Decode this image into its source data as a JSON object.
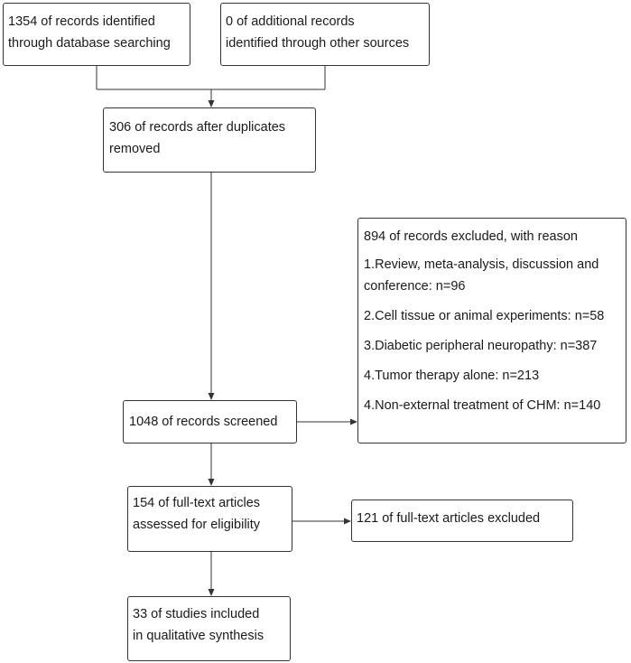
{
  "boxes": {
    "database_search": {
      "lines": [
        "1354 of records identified",
        "through database searching"
      ]
    },
    "other_sources": {
      "lines": [
        "0 of additional records",
        "identified through other sources"
      ]
    },
    "after_duplicates": {
      "lines": [
        "306 of records after duplicates",
        "removed"
      ]
    },
    "excluded_screening": {
      "heading": "894 of records excluded, with reason",
      "reasons": [
        "1.Review, meta-analysis, discussion and",
        "conference: n=96",
        "2.Cell tissue or animal experiments: n=58",
        "3.Diabetic peripheral neuropathy: n=387",
        "4.Tumor therapy alone: n=213",
        "4.Non-external treatment of CHM: n=140"
      ]
    },
    "screened": {
      "lines": [
        "1048 of records screened"
      ]
    },
    "full_text_assessed": {
      "lines": [
        "154 of full-text articles",
        "assessed for eligibility"
      ]
    },
    "full_text_excluded": {
      "lines": [
        "121 of full-text articles excluded"
      ]
    },
    "included": {
      "lines": [
        "33 of studies included",
        "in qualitative synthesis"
      ]
    }
  },
  "colors": {
    "border": "#333333",
    "text": "#1a1a1a",
    "background": "#ffffff"
  }
}
